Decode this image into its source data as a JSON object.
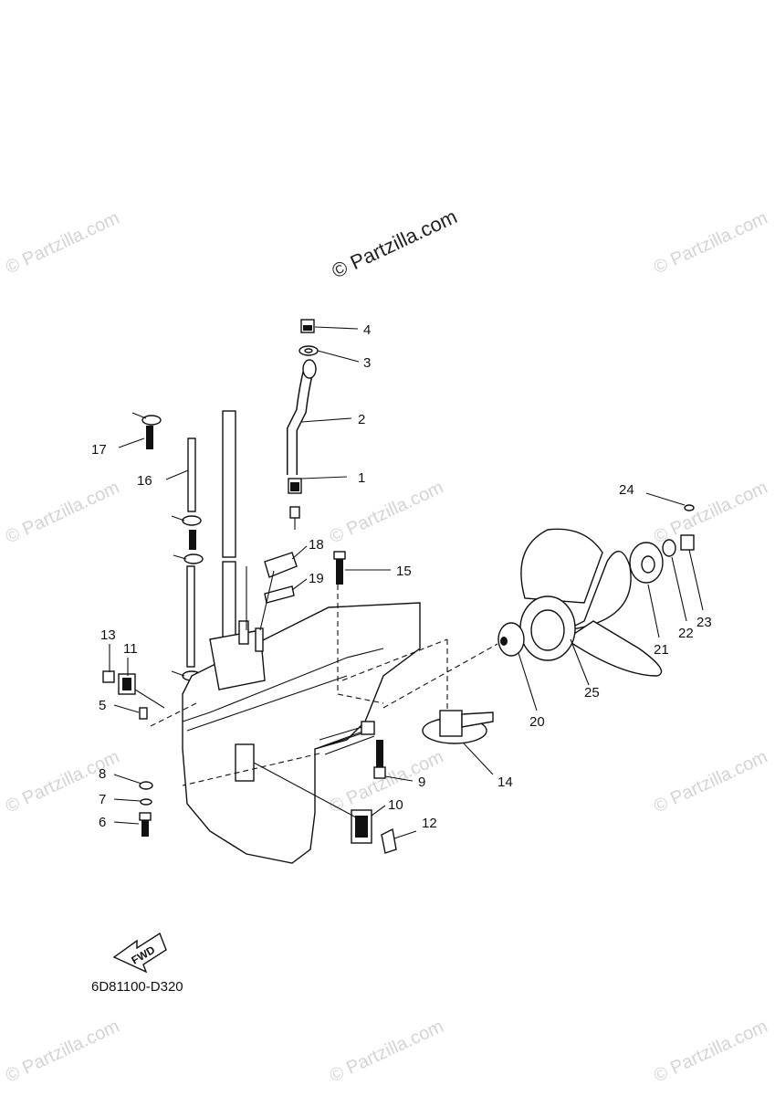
{
  "watermark": {
    "main": "© Partzilla.com",
    "repeat": "© Partzilla.com"
  },
  "diagram_code": "6D81100-D320",
  "fwd_label": "FWD",
  "callouts": [
    {
      "id": "1",
      "label": "1"
    },
    {
      "id": "2",
      "label": "2"
    },
    {
      "id": "3",
      "label": "3"
    },
    {
      "id": "4",
      "label": "4"
    },
    {
      "id": "5",
      "label": "5"
    },
    {
      "id": "6",
      "label": "6"
    },
    {
      "id": "7",
      "label": "7"
    },
    {
      "id": "8",
      "label": "8"
    },
    {
      "id": "9",
      "label": "9"
    },
    {
      "id": "10",
      "label": "10"
    },
    {
      "id": "11",
      "label": "11"
    },
    {
      "id": "12",
      "label": "12"
    },
    {
      "id": "13",
      "label": "13"
    },
    {
      "id": "14",
      "label": "14"
    },
    {
      "id": "15",
      "label": "15"
    },
    {
      "id": "16",
      "label": "16"
    },
    {
      "id": "17",
      "label": "17"
    },
    {
      "id": "18",
      "label": "18"
    },
    {
      "id": "19",
      "label": "19"
    },
    {
      "id": "20",
      "label": "20"
    },
    {
      "id": "21",
      "label": "21"
    },
    {
      "id": "22",
      "label": "22"
    },
    {
      "id": "23",
      "label": "23"
    },
    {
      "id": "24",
      "label": "24"
    },
    {
      "id": "25",
      "label": "25"
    }
  ]
}
